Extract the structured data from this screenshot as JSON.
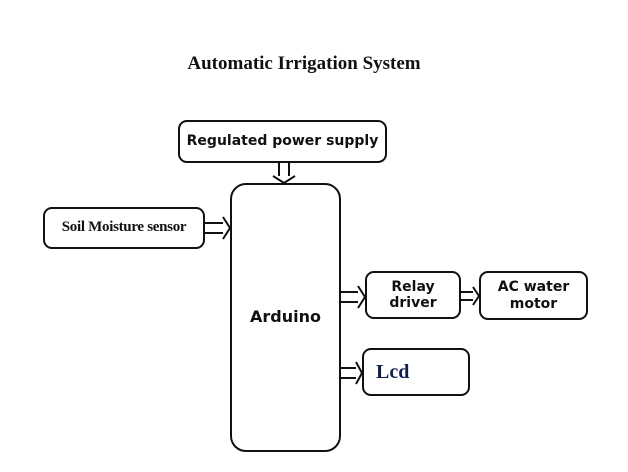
{
  "diagram": {
    "title": "Automatic Irrigation System",
    "blocks": {
      "power_supply": "Regulated power supply",
      "soil_sensor": "Soil Moisture sensor",
      "arduino": "Arduino",
      "relay_driver_line1": "Relay",
      "relay_driver_line2": "driver",
      "motor_line1": "AC water",
      "motor_line2": "motor",
      "lcd": "Lcd"
    },
    "connections": [
      {
        "from": "Regulated power supply",
        "to": "Arduino"
      },
      {
        "from": "Soil Moisture sensor",
        "to": "Arduino"
      },
      {
        "from": "Arduino",
        "to": "Relay driver"
      },
      {
        "from": "Relay driver",
        "to": "AC water motor"
      },
      {
        "from": "Arduino",
        "to": "Lcd"
      }
    ]
  }
}
